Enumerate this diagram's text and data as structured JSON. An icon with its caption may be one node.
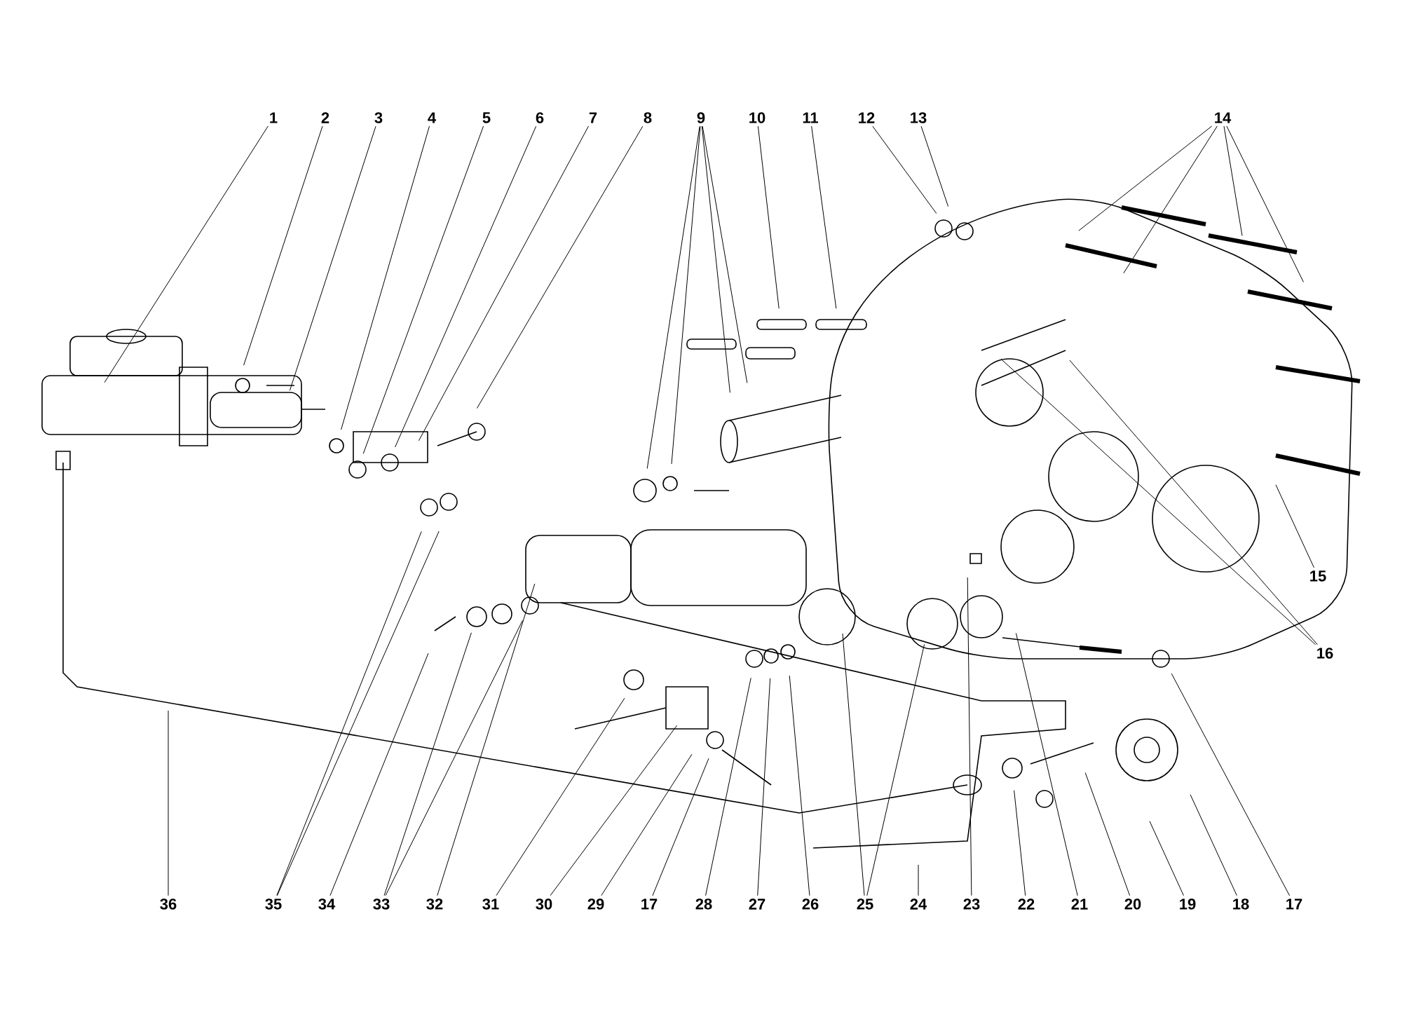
{
  "diagram": {
    "nodes": [
      {
        "text": [
          "1"
        ]
      },
      {
        "text": [
          "2"
        ]
      },
      {
        "text": [
          "3"
        ]
      },
      {
        "text": [
          "4"
        ]
      },
      {
        "text": [
          "5"
        ]
      },
      {
        "text": [
          "6"
        ]
      },
      {
        "text": [
          "7"
        ]
      },
      {
        "text": [
          "8"
        ]
      },
      {
        "text": [
          "9"
        ]
      },
      {
        "text": [
          "10"
        ]
      },
      {
        "text": [
          "11"
        ]
      },
      {
        "text": [
          "12"
        ]
      },
      {
        "text": [
          "13"
        ]
      },
      {
        "text": [
          "14"
        ]
      },
      {
        "text": [
          "15"
        ]
      },
      {
        "text": [
          "16"
        ]
      },
      {
        "text": [
          "36"
        ]
      },
      {
        "text": [
          "35"
        ]
      },
      {
        "text": [
          "34"
        ]
      },
      {
        "text": [
          "33"
        ]
      },
      {
        "text": [
          "32"
        ]
      },
      {
        "text": [
          "31"
        ]
      },
      {
        "text": [
          "30"
        ]
      },
      {
        "text": [
          "29"
        ]
      },
      {
        "text": [
          "17"
        ]
      },
      {
        "text": [
          "28"
        ]
      },
      {
        "text": [
          "27"
        ]
      },
      {
        "text": [
          "26"
        ]
      },
      {
        "text": [
          "25"
        ]
      },
      {
        "text": [
          "24"
        ]
      },
      {
        "text": [
          "23"
        ]
      },
      {
        "text": [
          "22"
        ]
      },
      {
        "text": [
          "21"
        ]
      },
      {
        "text": [
          "20"
        ]
      },
      {
        "text": [
          "19"
        ]
      },
      {
        "text": [
          "18"
        ]
      },
      {
        "text": [
          "17"
        ]
      }
    ],
    "edges": [
      {
        "from": 0,
        "to": null,
        "arrow": "none"
      },
      {
        "from": 1,
        "to": null,
        "arrow": "none"
      },
      {
        "from": 2,
        "to": null,
        "arrow": "none"
      },
      {
        "from": 3,
        "to": null,
        "arrow": "none"
      },
      {
        "from": 4,
        "to": null,
        "arrow": "none"
      },
      {
        "from": 5,
        "to": null,
        "arrow": "none"
      },
      {
        "from": 6,
        "to": null,
        "arrow": "none"
      },
      {
        "from": 7,
        "to": null,
        "arrow": "none"
      },
      {
        "from": 8,
        "to": null,
        "arrow": "none"
      },
      {
        "from": 8,
        "to": null,
        "arrow": "none"
      },
      {
        "from": 8,
        "to": null,
        "arrow": "none"
      },
      {
        "from": 8,
        "to": null,
        "arrow": "none"
      },
      {
        "from": 9,
        "to": null,
        "arrow": "none"
      },
      {
        "from": 10,
        "to": null,
        "arrow": "none"
      },
      {
        "from": 11,
        "to": null,
        "arrow": "none"
      },
      {
        "from": 12,
        "to": null,
        "arrow": "none"
      },
      {
        "from": 13,
        "to": null,
        "arrow": "none"
      },
      {
        "from": 13,
        "to": null,
        "arrow": "none"
      },
      {
        "from": 13,
        "to": null,
        "arrow": "none"
      },
      {
        "from": 13,
        "to": null,
        "arrow": "none"
      },
      {
        "from": 14,
        "to": null,
        "arrow": "none"
      },
      {
        "from": 15,
        "to": null,
        "arrow": "none"
      },
      {
        "from": 15,
        "to": null,
        "arrow": "none"
      },
      {
        "from": 16,
        "to": null,
        "arrow": "none"
      },
      {
        "from": 17,
        "to": null,
        "arrow": "none"
      },
      {
        "from": 17,
        "to": null,
        "arrow": "none"
      },
      {
        "from": 18,
        "to": null,
        "arrow": "none"
      },
      {
        "from": 19,
        "to": null,
        "arrow": "none"
      },
      {
        "from": 19,
        "to": null,
        "arrow": "none"
      },
      {
        "from": 20,
        "to": null,
        "arrow": "none"
      },
      {
        "from": 21,
        "to": null,
        "arrow": "none"
      },
      {
        "from": 22,
        "to": null,
        "arrow": "none"
      },
      {
        "from": 23,
        "to": null,
        "arrow": "none"
      },
      {
        "from": 24,
        "to": null,
        "arrow": "none"
      },
      {
        "from": 25,
        "to": null,
        "arrow": "none"
      },
      {
        "from": 26,
        "to": null,
        "arrow": "none"
      },
      {
        "from": 27,
        "to": null,
        "arrow": "none"
      },
      {
        "from": 28,
        "to": null,
        "arrow": "none"
      },
      {
        "from": 28,
        "to": null,
        "arrow": "none"
      },
      {
        "from": 29,
        "to": null,
        "arrow": "none"
      },
      {
        "from": 30,
        "to": null,
        "arrow": "none"
      },
      {
        "from": 31,
        "to": null,
        "arrow": "none"
      },
      {
        "from": 32,
        "to": null,
        "arrow": "none"
      },
      {
        "from": 33,
        "to": null,
        "arrow": "none"
      },
      {
        "from": 34,
        "to": null,
        "arrow": "none"
      },
      {
        "from": 35,
        "to": null,
        "arrow": "none"
      },
      {
        "from": 36,
        "to": null,
        "arrow": "none"
      }
    ]
  }
}
